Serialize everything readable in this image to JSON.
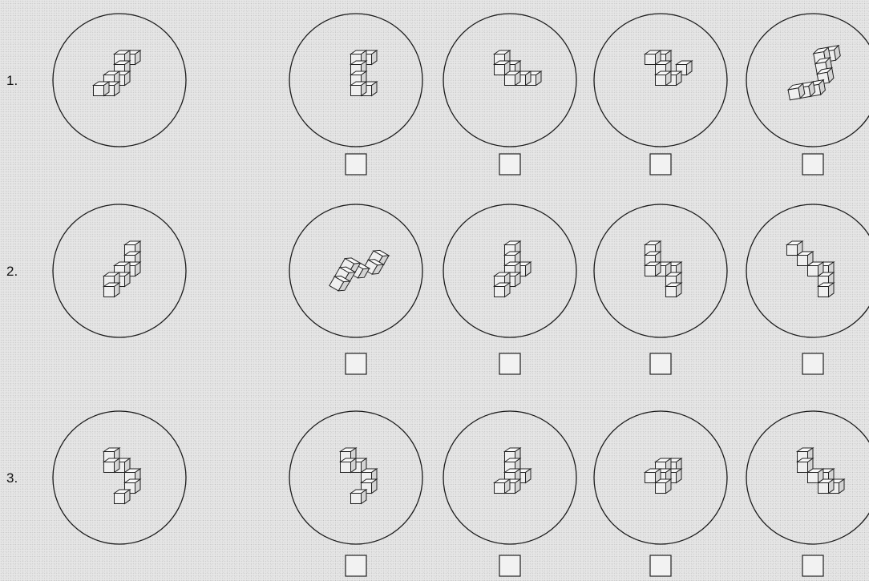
{
  "items": [
    {
      "number": "1.",
      "target": {
        "blocks": [
          [
            0,
            2
          ],
          [
            1,
            2
          ],
          [
            0,
            1
          ],
          [
            0,
            0
          ],
          [
            -1,
            0
          ],
          [
            -1,
            -1
          ],
          [
            -2,
            -1
          ]
        ],
        "rot": 0
      },
      "options": [
        {
          "blocks": [
            [
              0,
              2
            ],
            [
              1,
              2
            ],
            [
              0,
              1
            ],
            [
              0,
              0
            ],
            [
              0,
              -1
            ],
            [
              1,
              -1
            ]
          ],
          "rot": 0,
          "checked": false
        },
        {
          "blocks": [
            [
              -1,
              2
            ],
            [
              -1,
              1
            ],
            [
              0,
              1
            ],
            [
              0,
              0
            ],
            [
              1,
              0
            ],
            [
              2,
              0
            ]
          ],
          "rot": 0,
          "checked": false
        },
        {
          "blocks": [
            [
              -1,
              2
            ],
            [
              0,
              2
            ],
            [
              0,
              1
            ],
            [
              0,
              0
            ],
            [
              1,
              0
            ],
            [
              2,
              1
            ]
          ],
          "rot": 0,
          "checked": false
        },
        {
          "blocks": [
            [
              1,
              2
            ],
            [
              2,
              2
            ],
            [
              1,
              1
            ],
            [
              1,
              0
            ],
            [
              0,
              -1
            ],
            [
              -1,
              -1
            ],
            [
              -2,
              -1
            ]
          ],
          "rot": -10,
          "checked": false
        }
      ]
    },
    {
      "number": "2.",
      "target": {
        "blocks": [
          [
            1,
            2
          ],
          [
            1,
            1
          ],
          [
            1,
            0
          ],
          [
            0,
            0
          ],
          [
            0,
            -1
          ],
          [
            -1,
            -1
          ],
          [
            -1,
            -2
          ]
        ],
        "rot": 0
      },
      "options": [
        {
          "blocks": [
            [
              1,
              2
            ],
            [
              1,
              1
            ],
            [
              0,
              0
            ],
            [
              -1,
              0
            ],
            [
              -1,
              -1
            ],
            [
              -1,
              -2
            ]
          ],
          "rot": 30,
          "checked": false
        },
        {
          "blocks": [
            [
              0,
              2
            ],
            [
              0,
              1
            ],
            [
              0,
              0
            ],
            [
              1,
              0
            ],
            [
              0,
              -1
            ],
            [
              -1,
              -1
            ],
            [
              -1,
              -2
            ]
          ],
          "rot": 0,
          "checked": false
        },
        {
          "blocks": [
            [
              -1,
              2
            ],
            [
              -1,
              1
            ],
            [
              -1,
              0
            ],
            [
              0,
              0
            ],
            [
              1,
              0
            ],
            [
              1,
              -1
            ],
            [
              1,
              -2
            ]
          ],
          "rot": 0,
          "checked": false
        },
        {
          "blocks": [
            [
              -2,
              2
            ],
            [
              -1,
              1
            ],
            [
              0,
              0
            ],
            [
              1,
              0
            ],
            [
              1,
              -1
            ],
            [
              1,
              -2
            ]
          ],
          "rot": 0,
          "checked": false
        }
      ]
    },
    {
      "number": "3.",
      "target": {
        "blocks": [
          [
            -1,
            2
          ],
          [
            -1,
            1
          ],
          [
            0,
            1
          ],
          [
            1,
            0
          ],
          [
            1,
            -1
          ],
          [
            0,
            -2
          ]
        ],
        "rot": 0
      },
      "options": [
        {
          "blocks": [
            [
              -1,
              2
            ],
            [
              -1,
              1
            ],
            [
              0,
              1
            ],
            [
              1,
              0
            ],
            [
              1,
              -1
            ],
            [
              0,
              -2
            ]
          ],
          "rot": 0,
          "checked": false
        },
        {
          "blocks": [
            [
              0,
              2
            ],
            [
              0,
              1
            ],
            [
              0,
              0
            ],
            [
              1,
              0
            ],
            [
              0,
              -1
            ],
            [
              -1,
              -1
            ]
          ],
          "rot": 0,
          "checked": false
        },
        {
          "blocks": [
            [
              0,
              1
            ],
            [
              1,
              1
            ],
            [
              -1,
              0
            ],
            [
              0,
              0
            ],
            [
              1,
              0
            ],
            [
              0,
              -1
            ]
          ],
          "rot": 0,
          "checked": false
        },
        {
          "blocks": [
            [
              -1,
              2
            ],
            [
              -1,
              1
            ],
            [
              0,
              0
            ],
            [
              1,
              0
            ],
            [
              1,
              -1
            ],
            [
              2,
              -1
            ]
          ],
          "rot": 0,
          "checked": false
        }
      ]
    }
  ]
}
